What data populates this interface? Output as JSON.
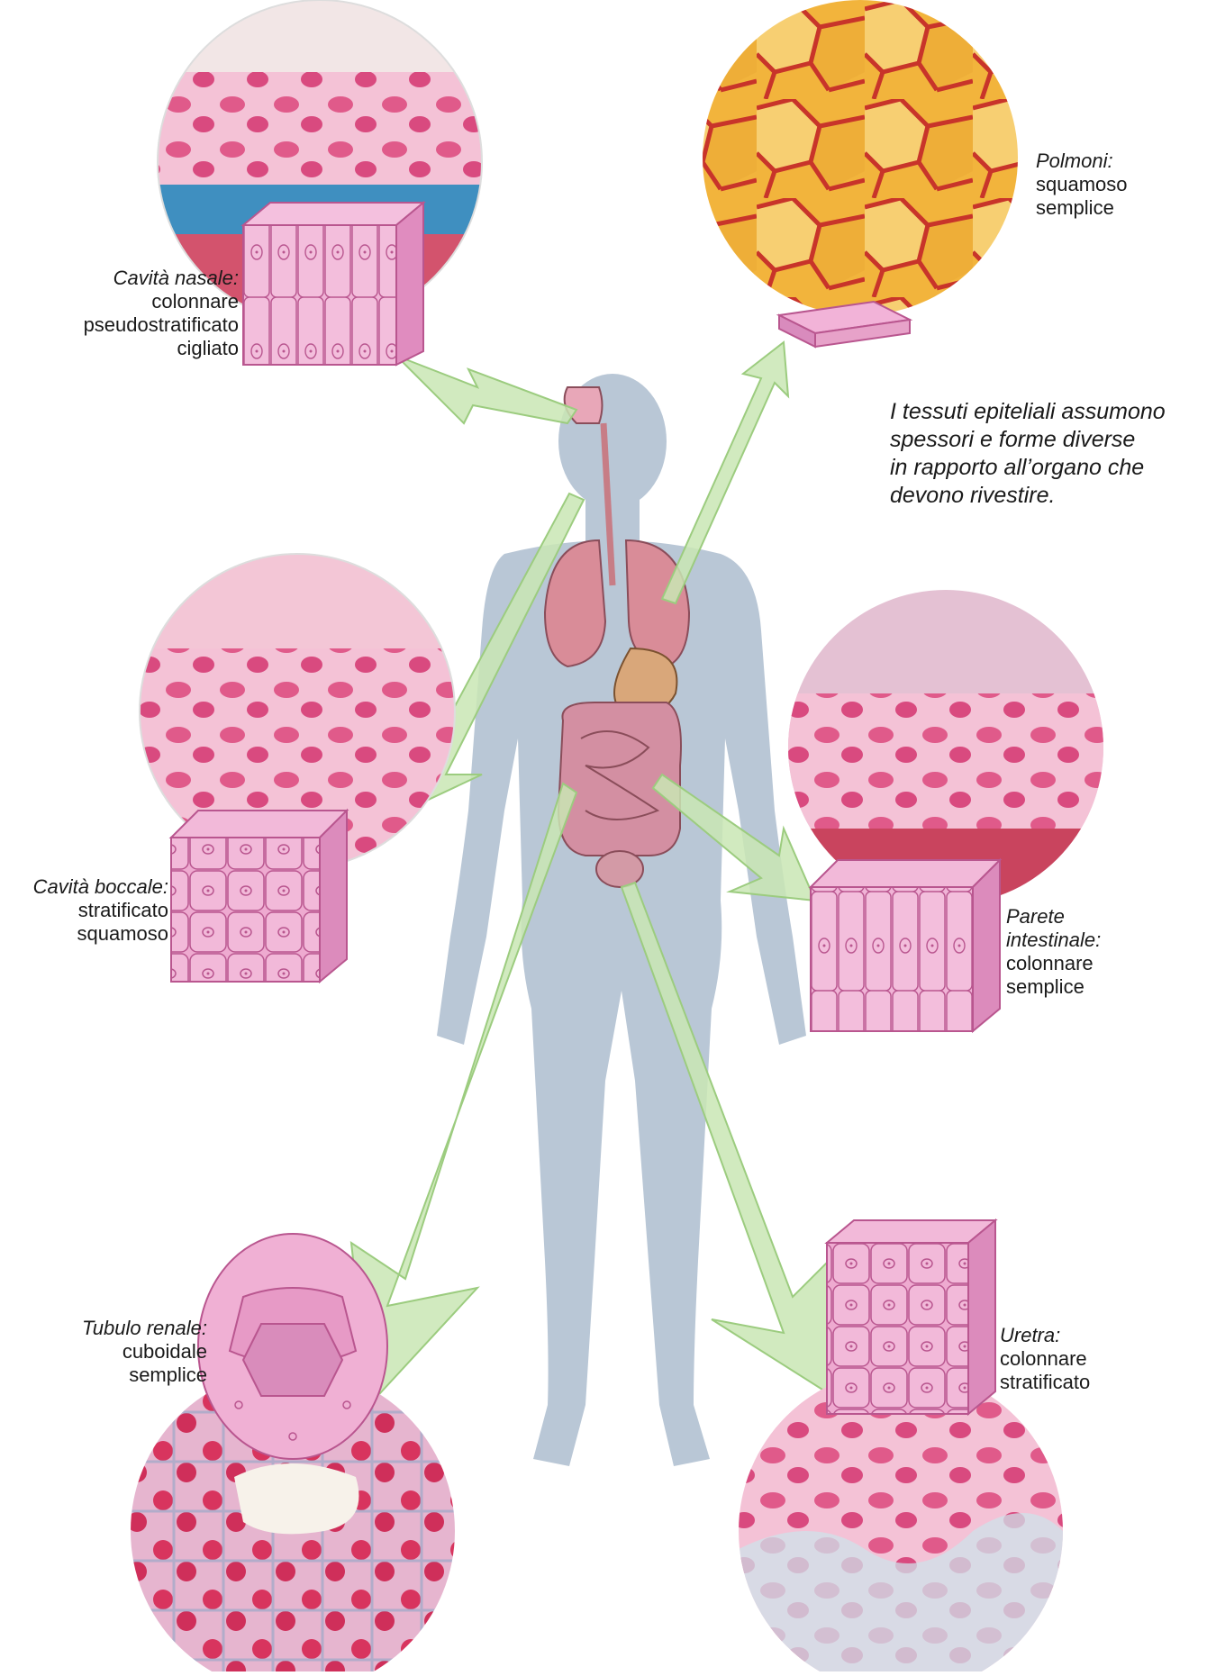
{
  "caption": {
    "lines": [
      "I tessuti epiteliali assumono",
      "spessori e forme diverse",
      "in rapporto all’organo che",
      "devono rivestire."
    ]
  },
  "tissues": {
    "nasal": {
      "title": "Cavità nasale:",
      "lines": [
        "colonnare",
        "pseudostratificato",
        "cigliato"
      ]
    },
    "lungs": {
      "title": "Polmoni:",
      "lines": [
        "squamoso",
        "semplice"
      ]
    },
    "mouth": {
      "title": "Cavità boccale:",
      "lines": [
        "stratificato",
        "squamoso"
      ]
    },
    "intestine": {
      "title": "Parete",
      "title2": "intestinale:",
      "lines": [
        "colonnare",
        "semplice"
      ]
    },
    "kidney": {
      "title": "Tubulo renale:",
      "lines": [
        "cuboidale",
        "semplice"
      ]
    },
    "urethra": {
      "title": "Uretra:",
      "lines": [
        "colonnare",
        "stratificato"
      ]
    }
  },
  "colors": {
    "body_silhouette": "#b9c7d6",
    "arrow_fill": "#c9e6b4",
    "arrow_stroke": "#9ccc7f",
    "tissue_pink": "#e59bc7",
    "tissue_pink_dark": "#c0629c",
    "lung_yellow": "#f3b64a",
    "lung_red": "#c8342a",
    "micro_pink": "#f3c6d8",
    "nucleus_red": "#c8284a"
  },
  "icons": [
    "human-body-silhouette",
    "lungs-icon",
    "stomach-icon",
    "intestine-icon",
    "trachea-icon",
    "bladder-icon"
  ]
}
